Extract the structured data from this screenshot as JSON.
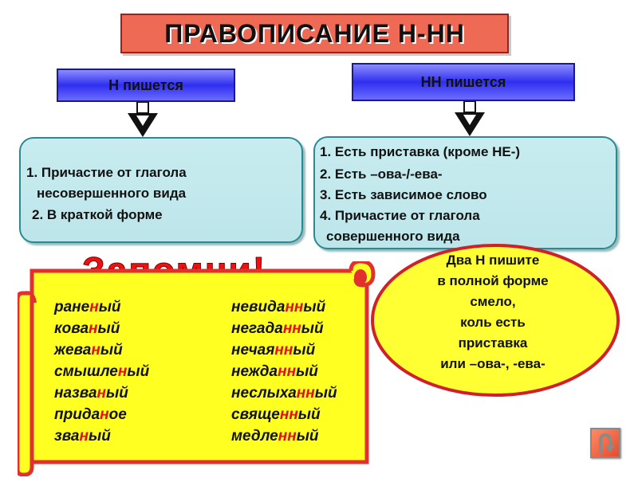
{
  "title": "ПРАВОПИСАНИЕ Н-НН",
  "left_header": "Н пишется",
  "right_header": "НН пишется",
  "left_rules": [
    "1.   Причастие от глагола",
    "несовершенного вида",
    "2. В краткой форме"
  ],
  "right_rules": [
    "1.   Есть приставка (кроме НЕ-)",
    "2.   Есть –ова-/-ева-",
    "3.   Есть зависимое слово",
    "4.   Причастие от глагола",
    "совершенного вида"
  ],
  "remember": "Запомни!",
  "words_left": [
    {
      "pre": "ране",
      "hl": "н",
      "post": "ый"
    },
    {
      "pre": "кова",
      "hl": "н",
      "post": "ый"
    },
    {
      "pre": "жева",
      "hl": "н",
      "post": "ый"
    },
    {
      "pre": "смышле",
      "hl": "н",
      "post": "ый"
    },
    {
      "pre": "назва",
      "hl": "н",
      "post": "ый"
    },
    {
      "pre": "прида",
      "hl": "н",
      "post": "ое"
    },
    {
      "pre": "зва",
      "hl": "н",
      "post": "ый"
    }
  ],
  "words_right": [
    {
      "pre": "невида",
      "hl": "нн",
      "post": "ый"
    },
    {
      "pre": "негада",
      "hl": "нн",
      "post": "ый"
    },
    {
      "pre": "нечая",
      "hl": "нн",
      "post": "ый"
    },
    {
      "pre": "нежда",
      "hl": "нн",
      "post": "ый"
    },
    {
      "pre": "неслыха",
      "hl": "нн",
      "post": "ый"
    },
    {
      "pre": "свяще",
      "hl": "нн",
      "post": "ый"
    },
    {
      "pre": "медле",
      "hl": "нн",
      "post": "ый"
    }
  ],
  "note_lines": [
    "Два Н пишите",
    "в полной форме",
    "смело,",
    "коль есть",
    "приставка",
    "или –ова-, -ева-"
  ],
  "colors": {
    "title_bg": "#ef6a55",
    "header_blue": "#2f2ff0",
    "rule_bg": "#c8ecf0",
    "scroll_yellow": "#ffff22",
    "scroll_red": "#e03030",
    "highlight": "#e01010"
  },
  "icons": {
    "back_button": "u-turn-arrow-icon"
  }
}
